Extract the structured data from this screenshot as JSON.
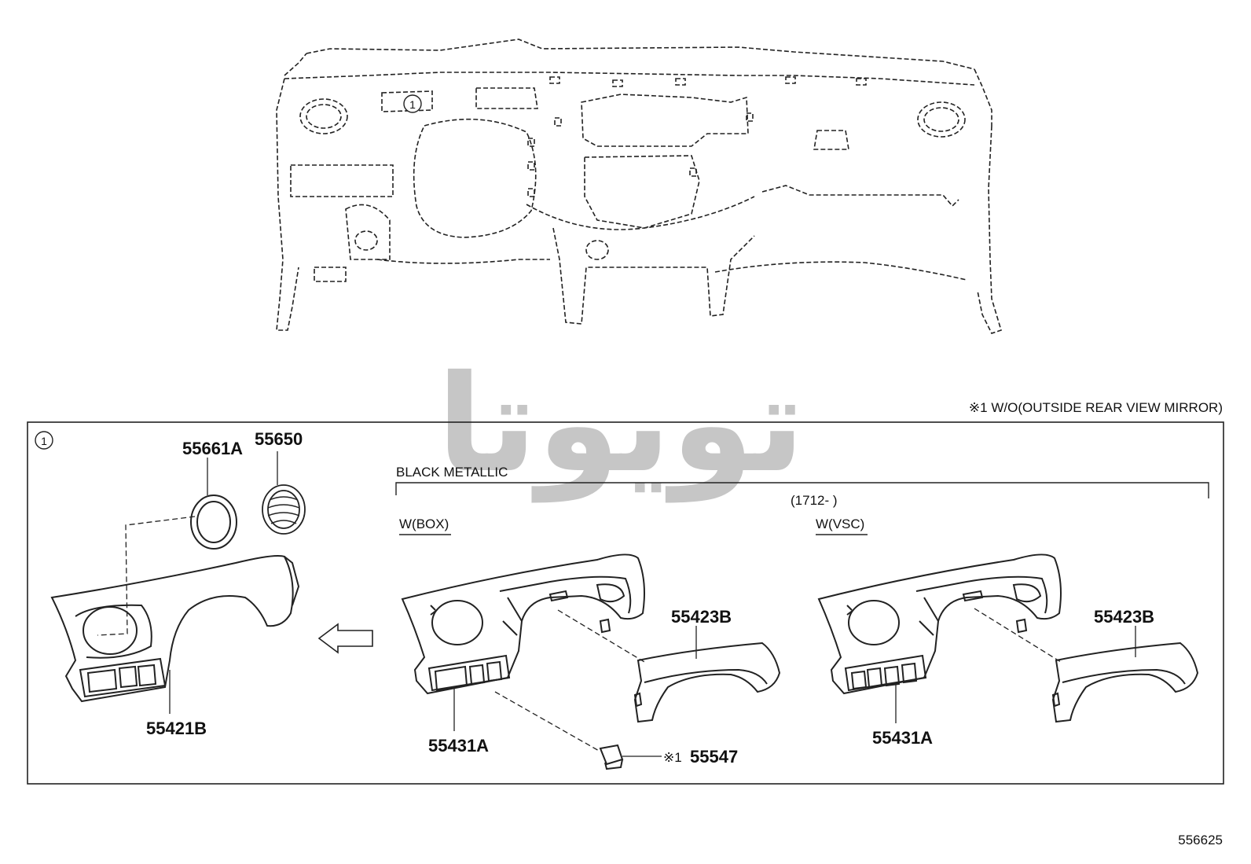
{
  "footnote": "※1 W/O(OUTSIDE REAR VIEW MIRROR)",
  "callout_number": "1",
  "variant_label": "BLACK METALLIC",
  "date_range": "(1712-     )",
  "subvariants": {
    "box": "W(BOX)",
    "vsc": "W(VSC)"
  },
  "parts": {
    "ring": "55661A",
    "grille": "55650",
    "left_panel": "55421B",
    "center_panel": "55431A",
    "center_cover": "55423B",
    "right_panel": "55431A",
    "right_cover": "55423B",
    "switch_cover": "55547",
    "switch_note": "※1"
  },
  "drawing_id": "556625",
  "watermark": "تويوتا"
}
